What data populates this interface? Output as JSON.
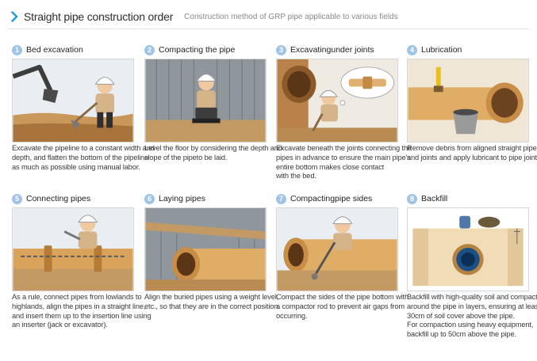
{
  "header": {
    "title": "Straight pipe construction order",
    "subtitle": "Construction method of GRP pipe applicable to various fields"
  },
  "steps": [
    {
      "number": "1",
      "label": "Bed excavation",
      "lines": [
        "Excavate the pipeline to a constant width and",
        "depth, and flatten the bottom of the pipeline",
        " as much as possible using manual labor."
      ]
    },
    {
      "number": "2",
      "label": "Compacting the pipe",
      "lines": [
        "Level the floor by considering the depth and",
        "slope of the pipeto be laid."
      ]
    },
    {
      "number": "3",
      "label": "Excavatingunder joints",
      "lines": [
        "Excavate beneath the joints connecting the",
        "pipes in advance to ensure the main pipe's",
        "entire bottom makes close contact",
        "with the bed."
      ]
    },
    {
      "number": "4",
      "label": "Lubrication",
      "lines": [
        "Remove debris from aligned straight pipes",
        "and joints and apply lubricant to pipe joints."
      ]
    },
    {
      "number": "5",
      "label": "Connecting pipes",
      "lines": [
        "As a rule, connect pipes from lowlands to",
        "highlands, align the pipes in a straight line,",
        " and insert them up to the insertion line using",
        "an inserter (jack or excavator)."
      ]
    },
    {
      "number": "6",
      "label": "Laying pipes",
      "lines": [
        "Align the buried pipes using a weight level,",
        "etc., so that they are in the correct position."
      ]
    },
    {
      "number": "7",
      "label": "Compactingpipe sides",
      "lines": [
        "Compact the sides of the pipe bottom with",
        " a compactor rod to prevent air gaps from",
        "occurring."
      ]
    },
    {
      "number": "8",
      "label": "Backfill",
      "lines": [
        "Backfill with high-quality soil and compact it",
        "around the pipe in layers, ensuring at least",
        " 30cm of soil cover above the pipe.",
        "For compaction using heavy equipment,",
        " backfill up to 50cm above the pipe."
      ]
    }
  ]
}
